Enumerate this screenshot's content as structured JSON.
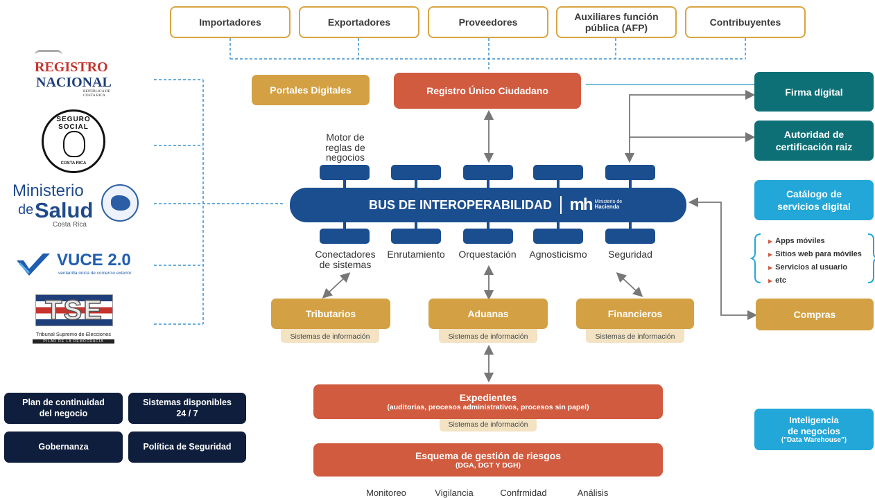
{
  "top_boxes": [
    "Importadores",
    "Exportadores",
    "Proveedores",
    "Auxiliares función pública (AFP)",
    "Contribuyentes"
  ],
  "portales": "Portales Digitales",
  "registro_unico": "Registro Único Ciudadano",
  "right_col": {
    "firma": "Firma digital",
    "autoridad": "Autoridad de certificación raiz",
    "catalogo": "Catálogo de servicios digital",
    "catalogo_items": [
      "Apps móviles",
      "Sitios web para móviles",
      "Servicios al usuario",
      "etc"
    ],
    "compras": "Compras",
    "inteligencia_1": "Inteligencia de negocios",
    "inteligencia_2": "(\"Data Warehouse\")"
  },
  "motor": "Motor de reglas de negocios",
  "bus": {
    "title": "BUS DE INTEROPERABILIDAD",
    "logo_line1": "Ministerio de",
    "logo_line2": "Hacienda"
  },
  "bus_labels": [
    "Conectadores de sistemas",
    "Enrutamiento",
    "Orquestación",
    "Agnosticismo",
    "Seguridad"
  ],
  "systems": [
    {
      "title": "Tributarios",
      "sub": "Sistemas de información"
    },
    {
      "title": "Aduanas",
      "sub": "Sistemas de información"
    },
    {
      "title": "Financieros",
      "sub": "Sistemas de información"
    }
  ],
  "expedientes": {
    "title": "Expedientes",
    "detail": "(auditorias, procesos administrativos, procesos sin papel)",
    "sub": "Sistemas de información"
  },
  "esquema": {
    "title": "Esquema de gestión de riesgos",
    "detail": "(DGA, DGT Y DGH)"
  },
  "bottom_labels": [
    "Monitoreo",
    "Vigilancia",
    "Confrmidad",
    "Análisis"
  ],
  "left_logos": {
    "registro": {
      "line1": "REGISTRO",
      "line2": "NACIONAL",
      "sub": "REPÚBLICA DE COSTA RICA"
    },
    "seguro": {
      "ring": "SEGURO SOCIAL",
      "bottom": "COSTA RICA"
    },
    "salud": {
      "line1": "Ministerio",
      "de": "de",
      "salud": "Salud",
      "cr": "Costa Rica"
    },
    "vuce": {
      "title": "VUCE 2.0",
      "sub": "ventanilla única de comercio exterior"
    },
    "tse": {
      "letters": "TSE",
      "sub": "Tribunal Supremo de Elecciones",
      "tag": "PILAR DE LA DEMOCRACIA"
    }
  },
  "left_boxes": [
    "Plan de continuidad del negocio",
    "Sistemas disponibles 24 / 7",
    "Gobernanza",
    "Política de Seguridad"
  ],
  "colors": {
    "orange": "#d15b3f",
    "gold": "#d3a143",
    "teal": "#0e7077",
    "cyan": "#22a7d8",
    "navy": "#0f1e3c",
    "bus_blue": "#1b4e8f",
    "dashed_blue": "#3a8fd1"
  }
}
